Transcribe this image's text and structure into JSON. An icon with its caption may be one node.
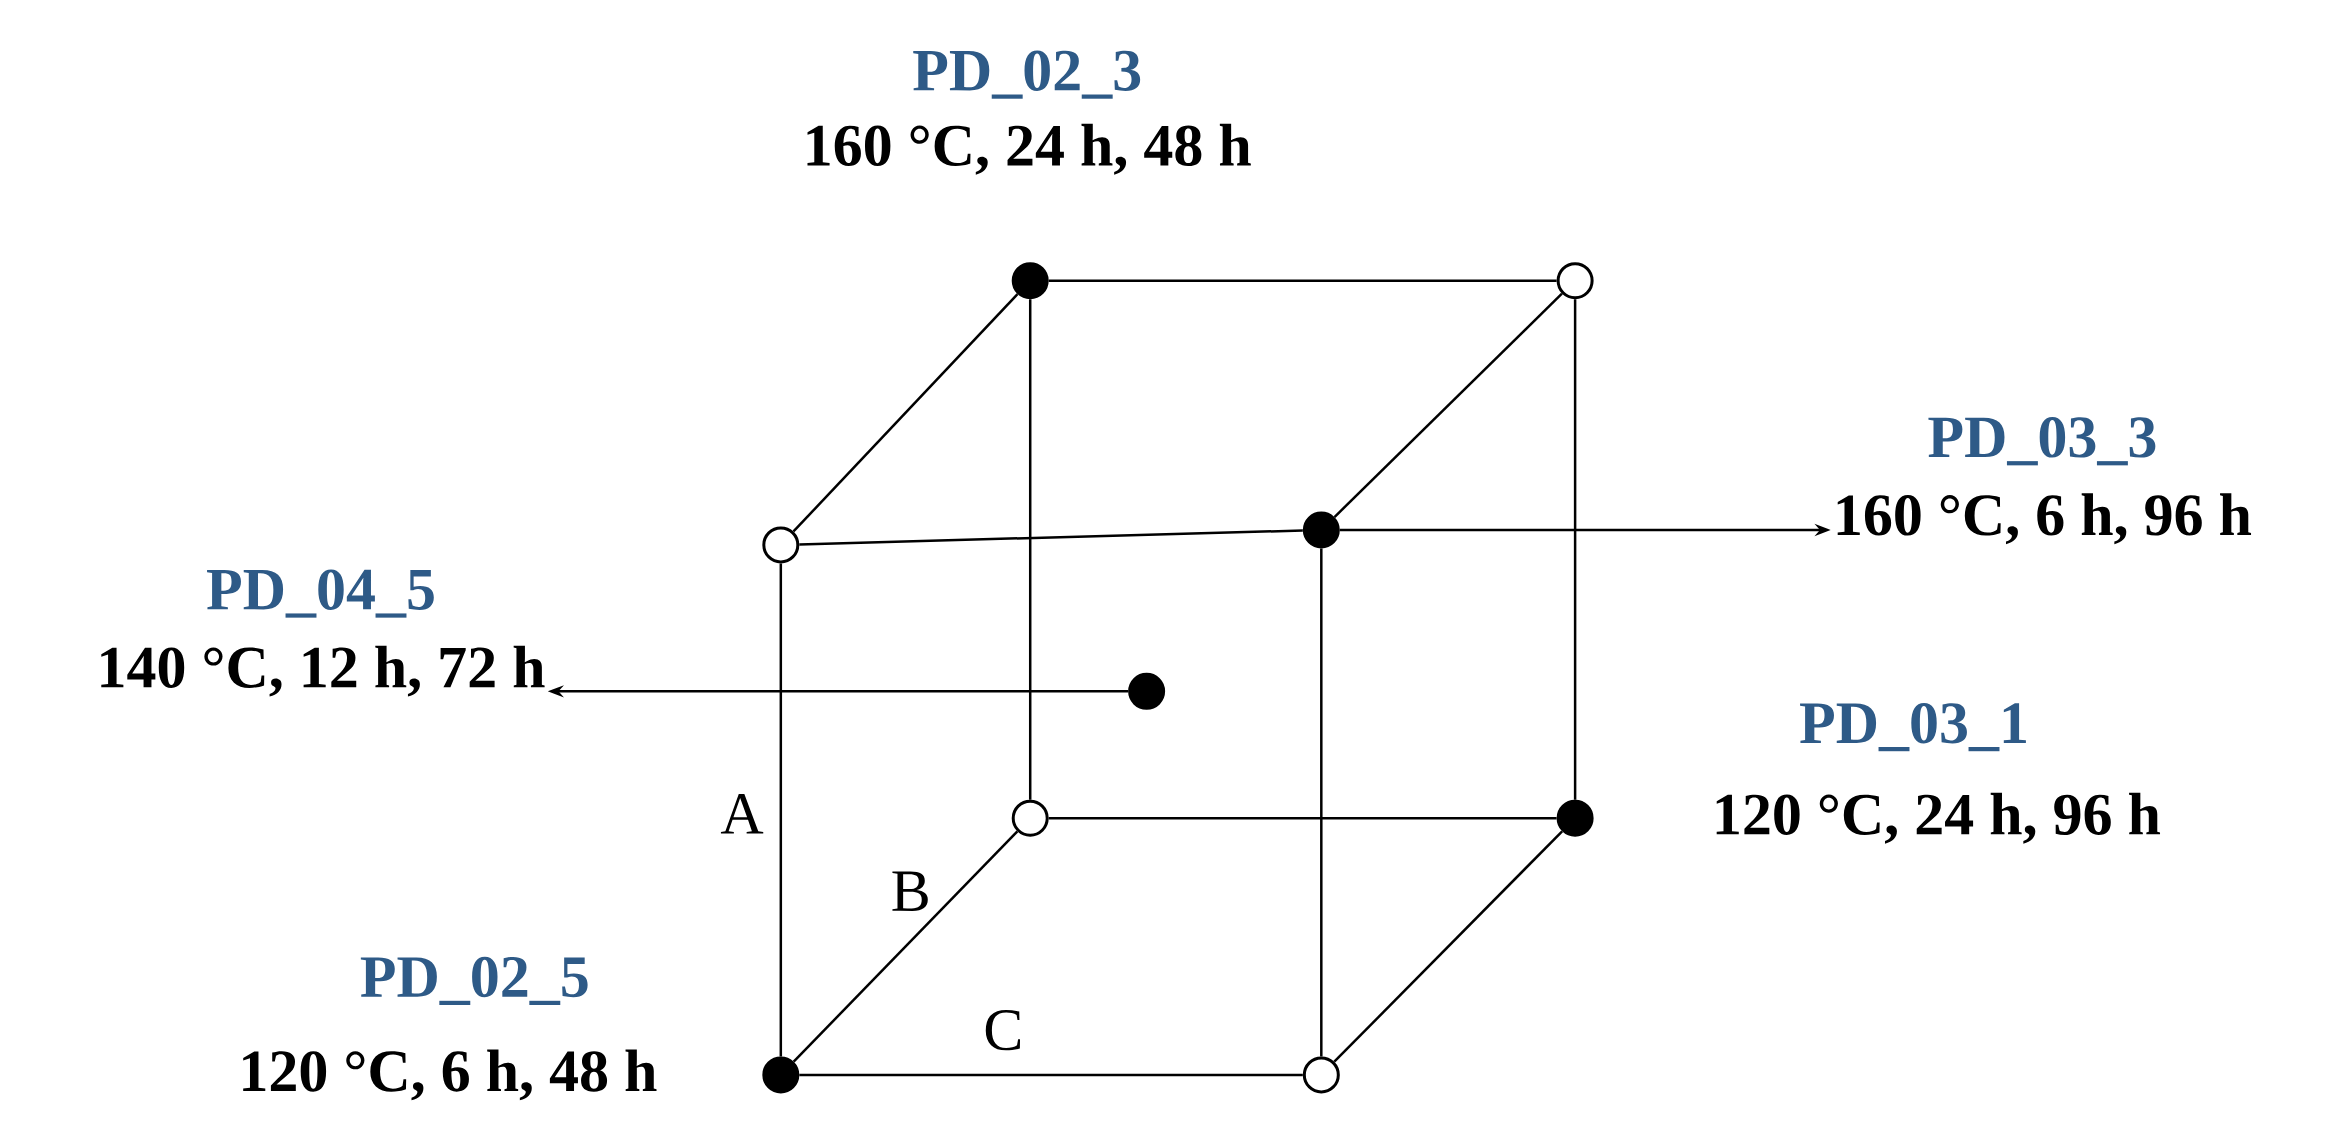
{
  "diagram": {
    "nodes": [
      {
        "text": [],
        "shape": "dot"
      },
      {
        "text": [],
        "shape": "circle"
      },
      {
        "text": [],
        "shape": "circle"
      },
      {
        "text": [],
        "shape": "dot"
      },
      {
        "text": [],
        "shape": "dot"
      },
      {
        "text": [],
        "shape": "circle"
      },
      {
        "text": [],
        "shape": "dot"
      },
      {
        "text": [],
        "shape": "dot"
      },
      {
        "text": [],
        "shape": "circle"
      },
      {
        "text": [
          "PD_04_5",
          "140 °C, 12 h, 72 h"
        ]
      },
      {
        "text": [
          "PD_03_3",
          "160 °C, 6 h, 96 h"
        ]
      }
    ],
    "edges": [
      {
        "from": 0,
        "to": 1,
        "arrow": "none"
      },
      {
        "from": 0,
        "to": 2,
        "arrow": "none"
      },
      {
        "from": 0,
        "to": 5,
        "arrow": "none"
      },
      {
        "from": 1,
        "to": 3,
        "arrow": "none"
      },
      {
        "from": 1,
        "to": 6,
        "arrow": "none"
      },
      {
        "from": 2,
        "to": 3,
        "arrow": "none"
      },
      {
        "from": 2,
        "to": 7,
        "arrow": "none"
      },
      {
        "from": 3,
        "to": 8,
        "arrow": "none"
      },
      {
        "from": 5,
        "to": 6,
        "arrow": "none"
      },
      {
        "from": 5,
        "to": 7,
        "arrow": "none"
      },
      {
        "from": 6,
        "to": 8,
        "arrow": "none"
      },
      {
        "from": 7,
        "to": 8,
        "arrow": "none"
      },
      {
        "from": 3,
        "to": 10,
        "arrow": "to"
      },
      {
        "from": 4,
        "to": 9,
        "arrow": "to"
      }
    ],
    "labels": [
      "PD_02_3",
      "160 °C, 24 h, 48 h",
      "PD_03_1",
      "A",
      "120 °C, 24 h, 96 h",
      "B",
      "PD_02_5",
      "C",
      "120 °C, 6 h, 48 h"
    ]
  }
}
